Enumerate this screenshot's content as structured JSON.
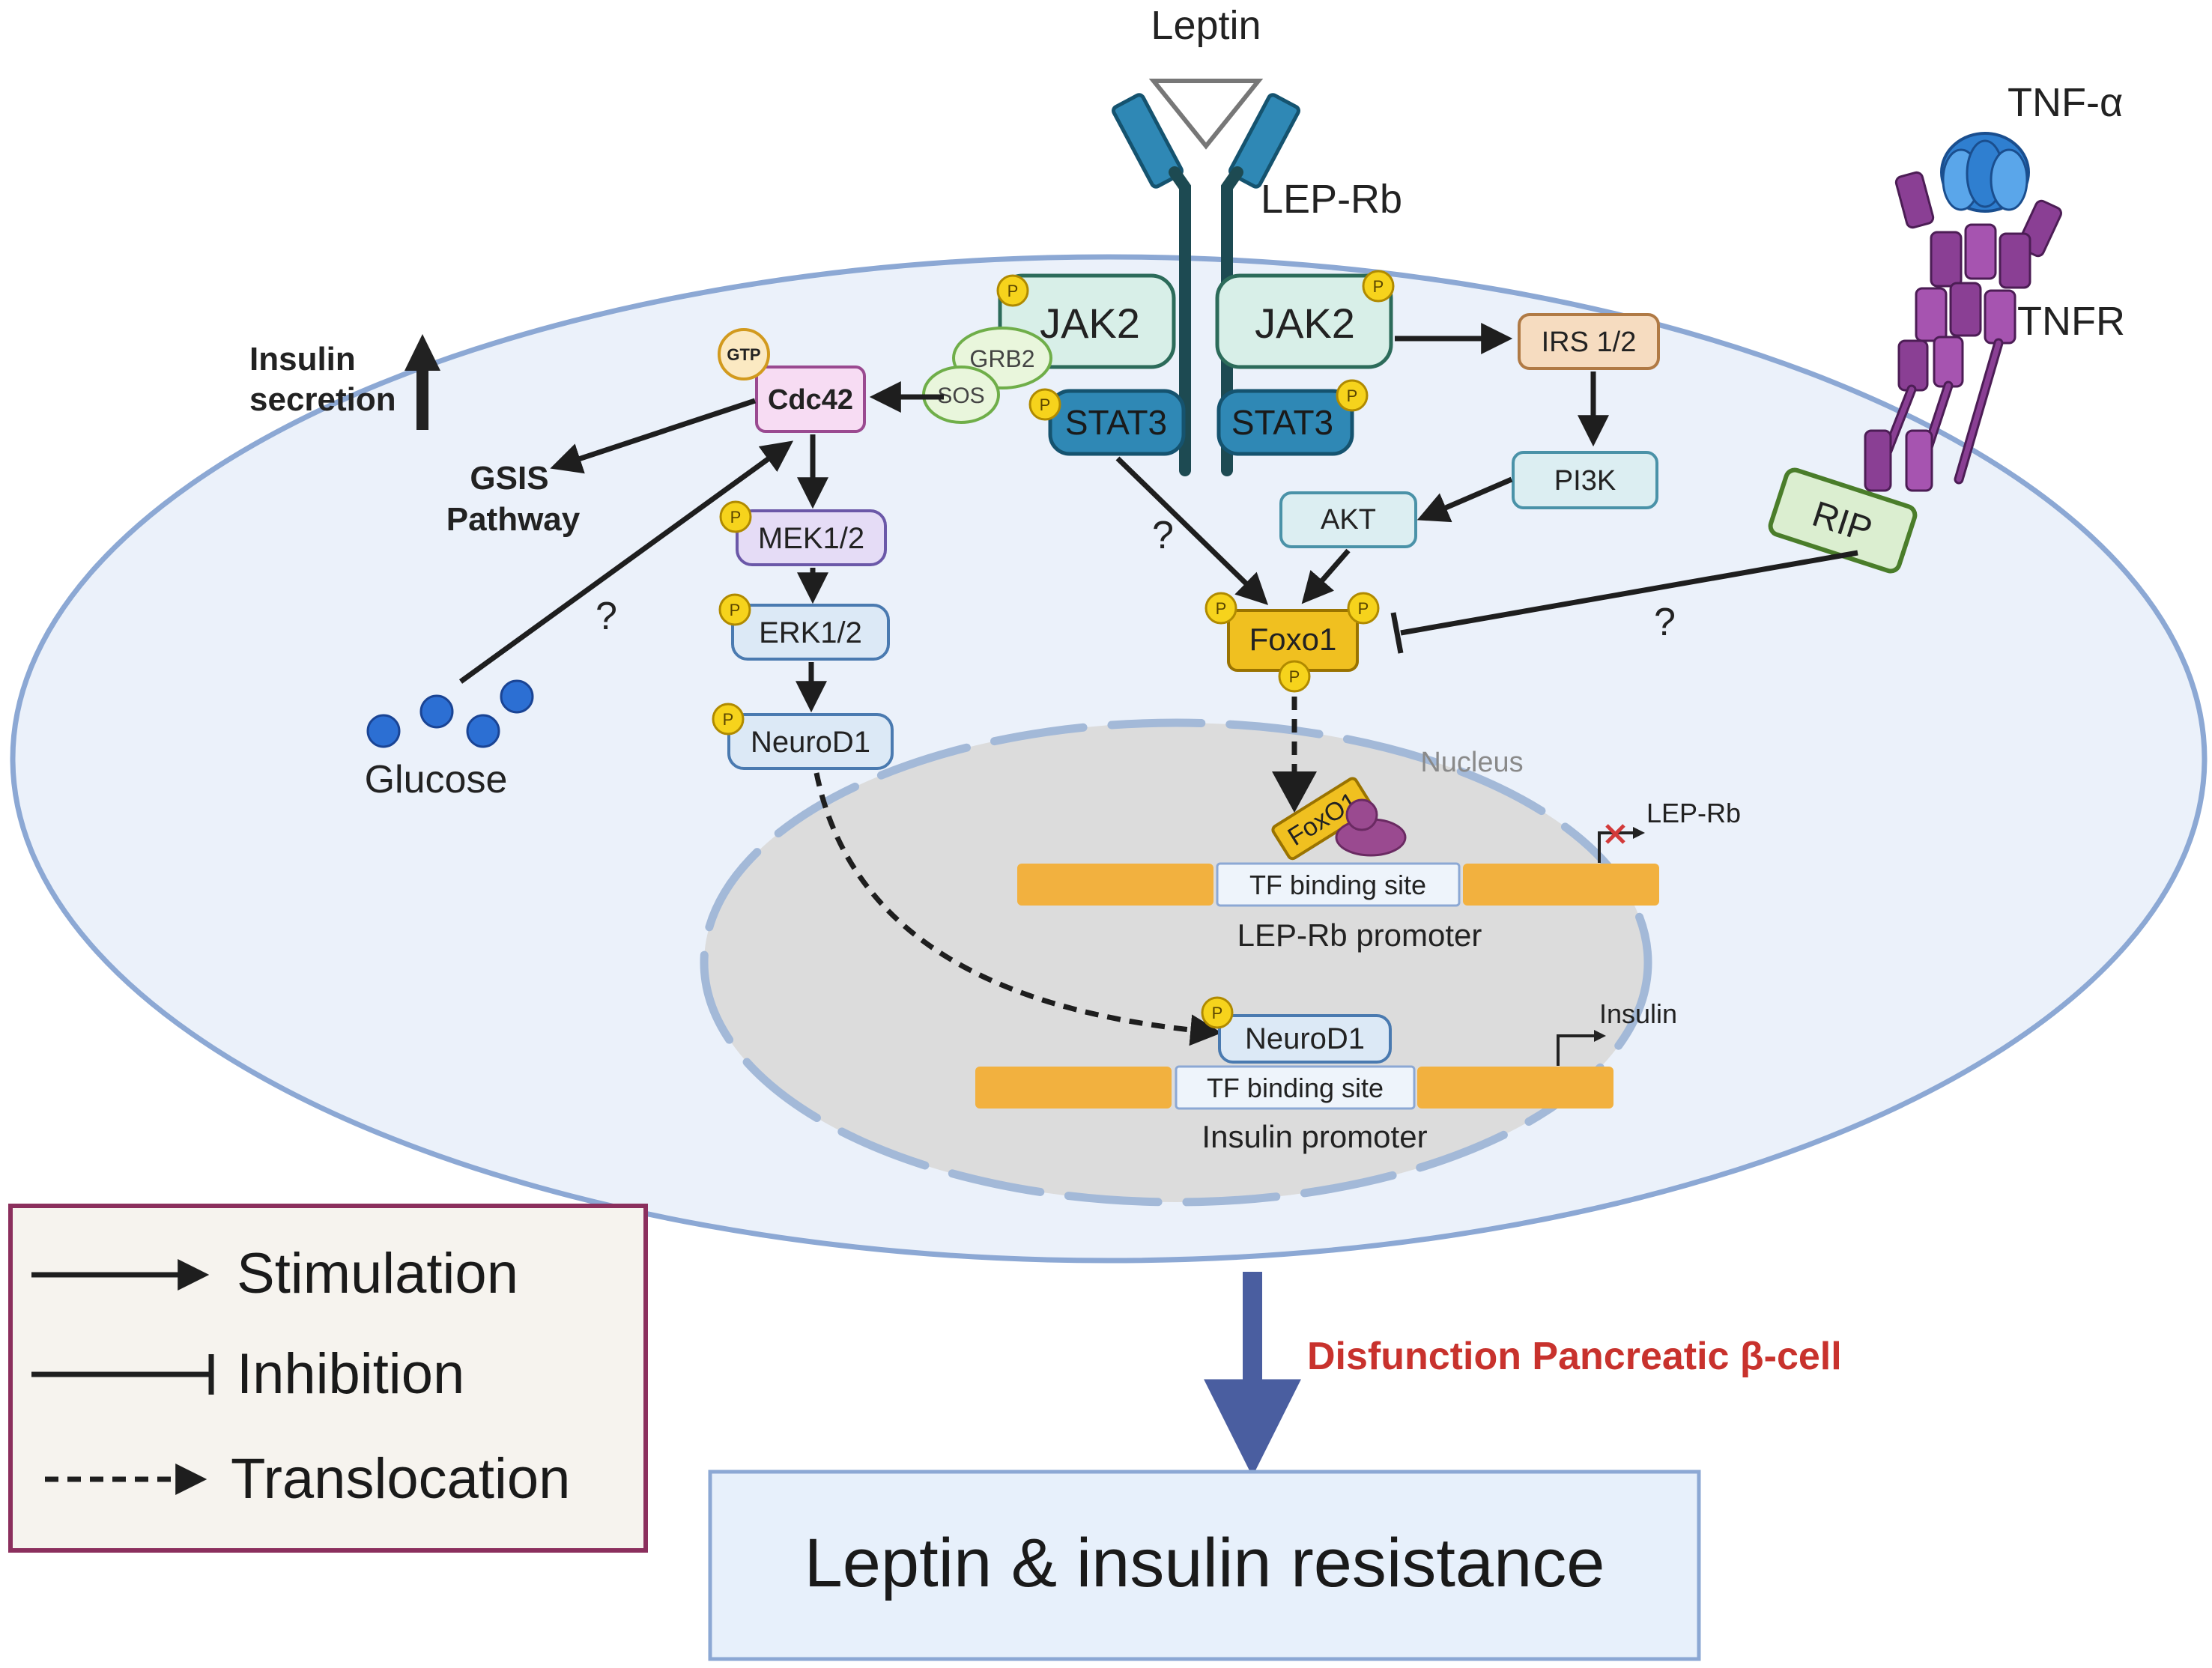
{
  "ligand": {
    "leptin": "Leptin",
    "receptor": "LEP-Rb",
    "tnf": "TNF-α",
    "tnfr": "TNFR",
    "rip": "RIP"
  },
  "jak": {
    "left": "JAK2",
    "right": "JAK2"
  },
  "stat": {
    "left": "STAT3",
    "right": "STAT3"
  },
  "adaptors": {
    "grb2": "GRB2",
    "sos": "SOS"
  },
  "nodes": {
    "gtp": "GTP",
    "cdc42": "Cdc42",
    "mek": "MEK1/2",
    "erk": "ERK1/2",
    "neurod1": "NeuroD1",
    "irs": "IRS 1/2",
    "pi3k": "PI3K",
    "akt": "AKT",
    "foxo1": "Foxo1",
    "foxo1_nuclear": "FoxO1"
  },
  "labels": {
    "insulin_secretion_line1": "Insulin",
    "insulin_secretion_line2": "secretion",
    "gsis_line1": "GSIS",
    "gsis_line2": "Pathway",
    "glucose": "Glucose",
    "question": "?",
    "nucleus": "Nucleus",
    "phospho": "P"
  },
  "promoters": {
    "tf_site": "TF binding site",
    "lep_promoter": "LEP-Rb promoter",
    "lep_gene": "LEP-Rb",
    "neurod1": "NeuroD1",
    "insulin_promoter": "Insulin promoter",
    "insulin_gene": "Insulin"
  },
  "legend": {
    "stimulation": "Stimulation",
    "inhibition": "Inhibition",
    "translocation": "Translocation"
  },
  "outcome": {
    "dysfunction": "Disfunction Pancreatic β-cell",
    "result": "Leptin & insulin resistance"
  },
  "colors": {
    "cell_fill": "#ebf1fa",
    "cell_stroke": "#8ca8d4",
    "nucleus_fill": "#dcdcdc",
    "receptor_blue": "#2f88b5",
    "foxo_gold": "#f0c020",
    "promoter_orange": "#f2b13f",
    "tnf_purple": "#8a3f94",
    "rip_green": "#dbeed0",
    "dysfunction_red": "#c8322d",
    "outcome_arrow": "#4a5ea0",
    "legend_border": "#8b2f5d"
  }
}
